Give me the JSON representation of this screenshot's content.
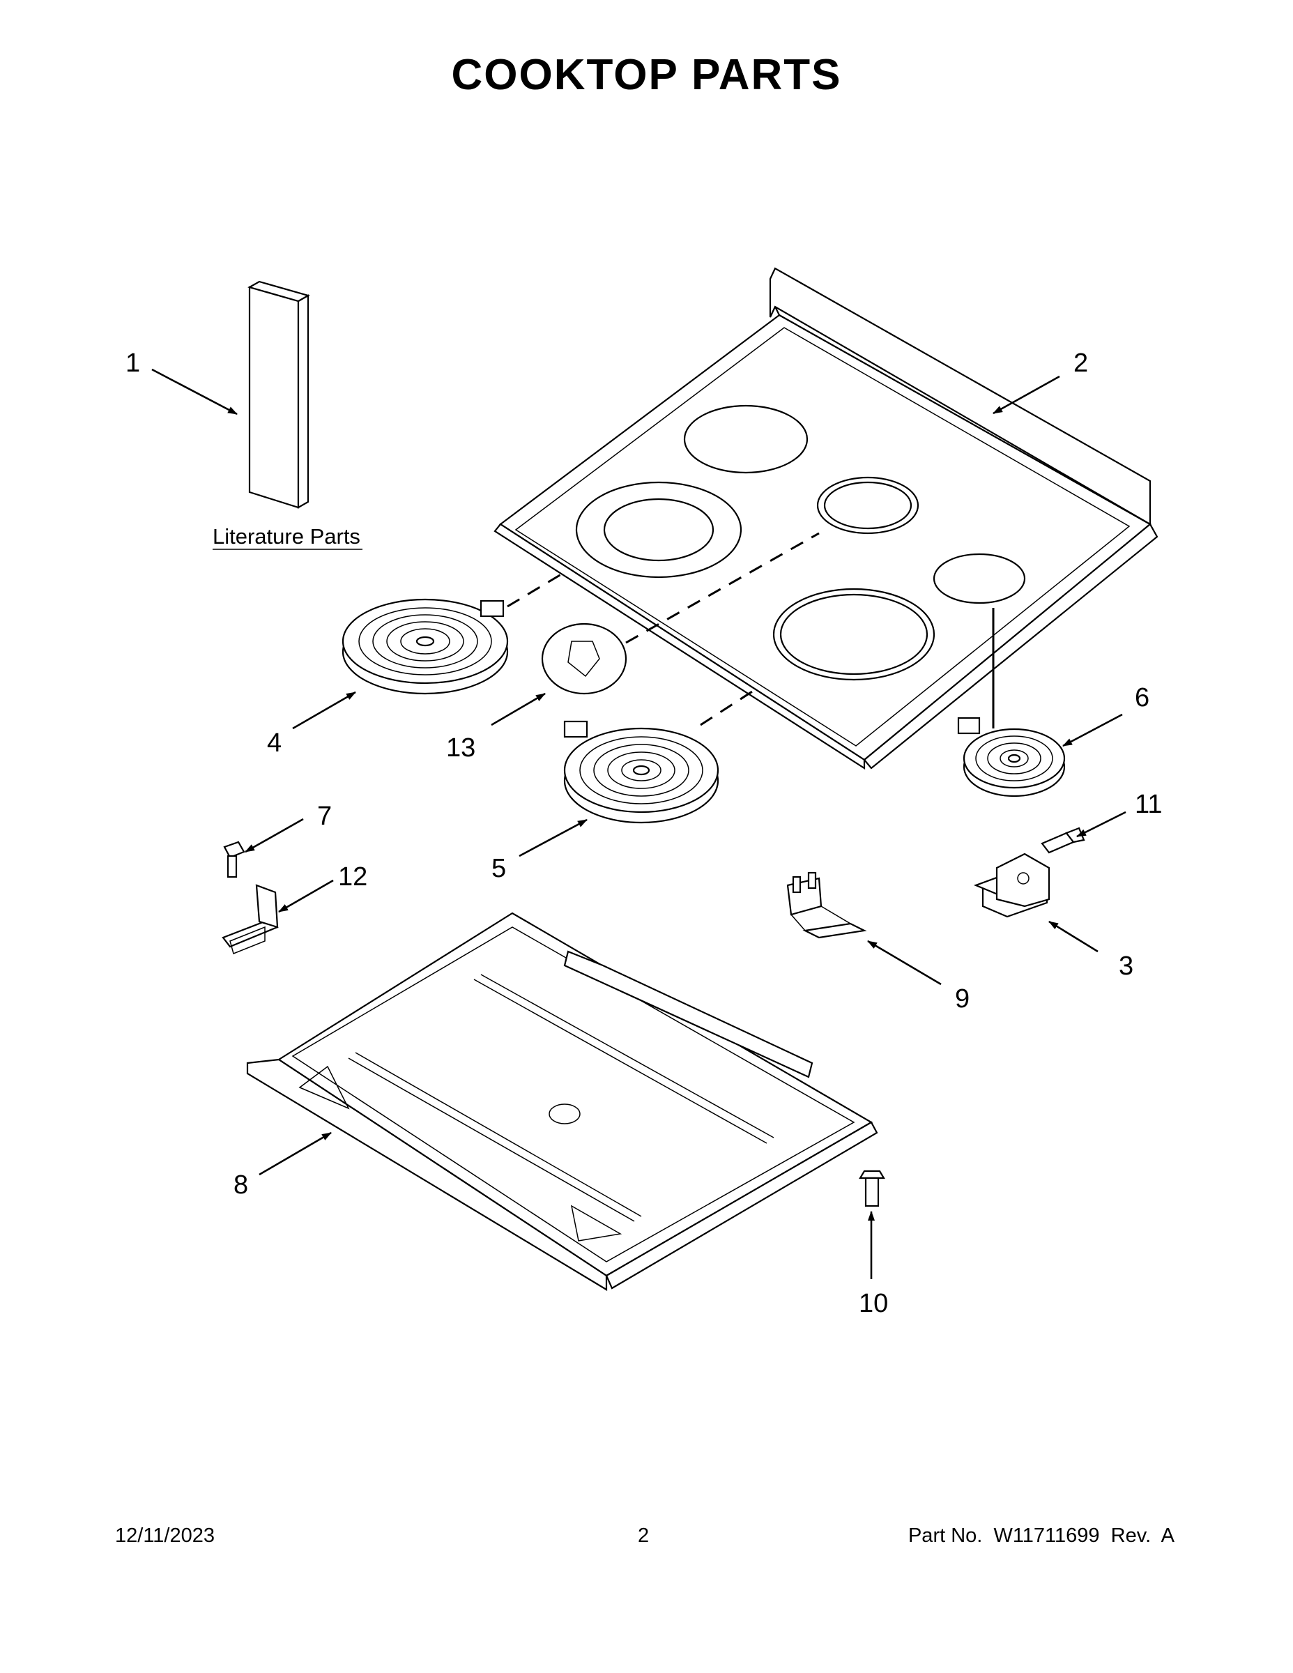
{
  "title": "COOKTOP PARTS",
  "literature_label": "Literature Parts",
  "callouts": {
    "c1": "1",
    "c2": "2",
    "c3": "3",
    "c4": "4",
    "c5": "5",
    "c6": "6",
    "c7": "7",
    "c8": "8",
    "c9": "9",
    "c10": "10",
    "c11": "11",
    "c12": "12",
    "c13": "13"
  },
  "footer": {
    "date": "12/11/2023",
    "page": "2",
    "part": "Part No.  W11711699  Rev.  A"
  }
}
